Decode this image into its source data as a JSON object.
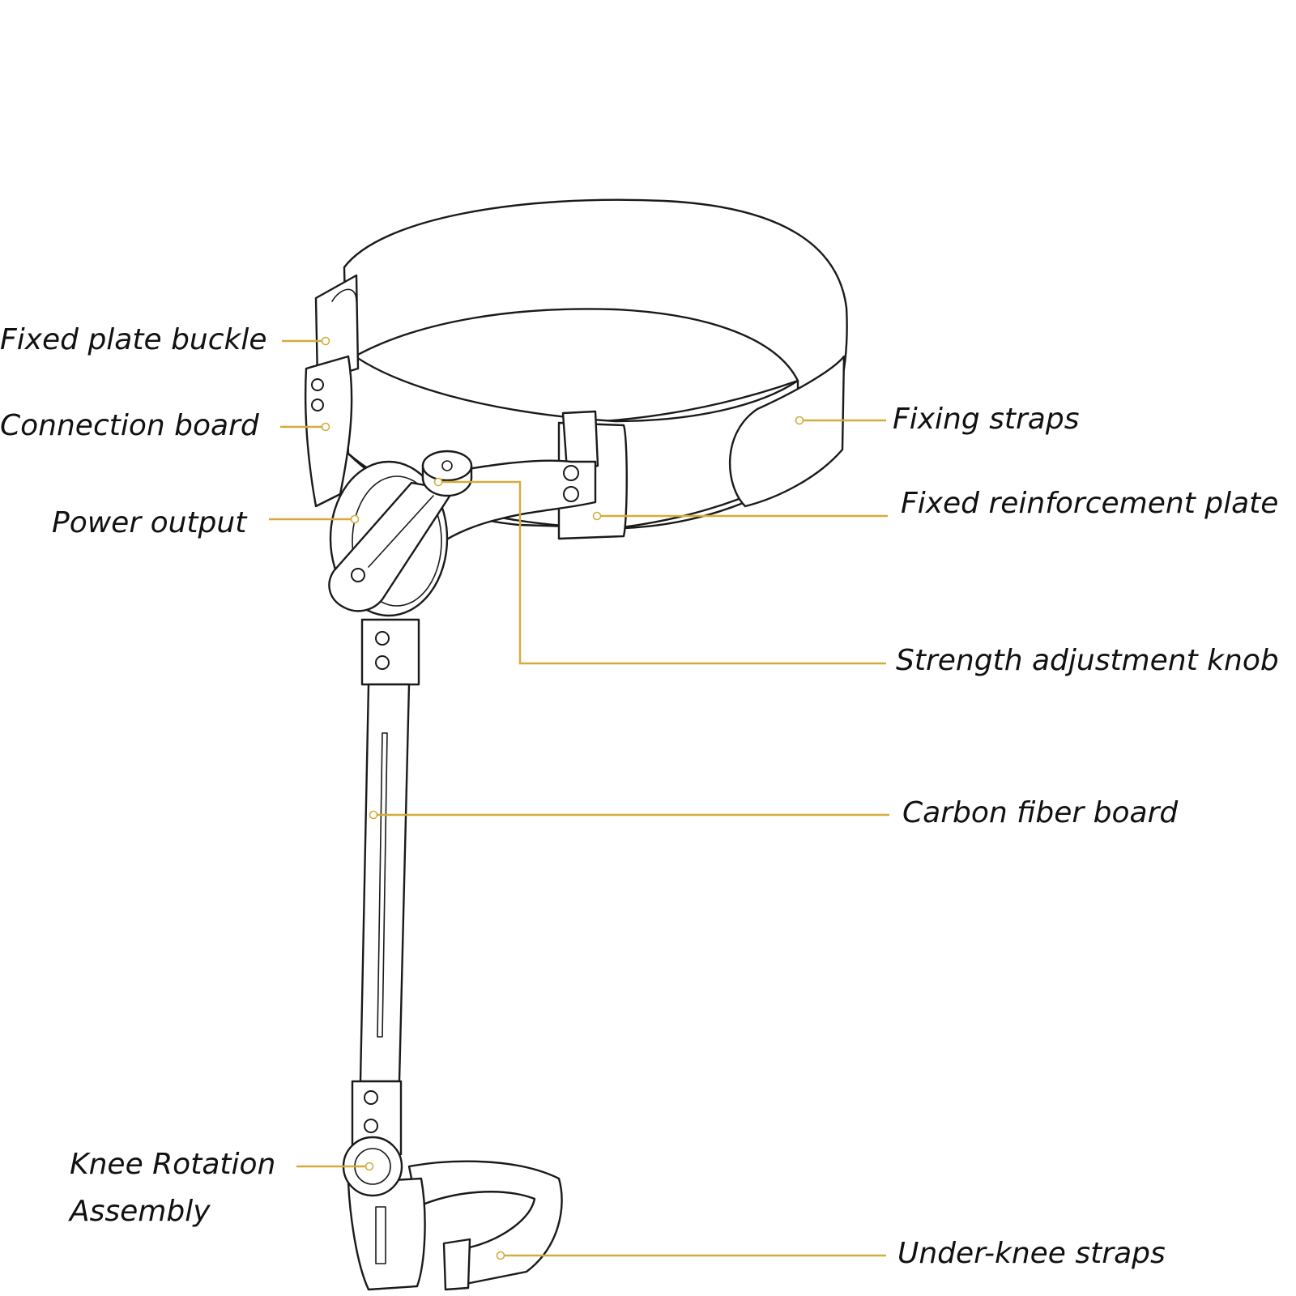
{
  "figure": {
    "accent_color": "#d4ac3c",
    "labels": {
      "fixed_plate_buckle": "Fixed plate buckle",
      "connection_board": "Connection board",
      "power_output": "Power output",
      "knee_rotation_line1": "Knee Rotation",
      "knee_rotation_line2": "Assembly",
      "fixing_straps": "Fixing straps",
      "fixed_reinforcement_plate": "Fixed reinforcement plate",
      "strength_adjustment_knob": "Strength adjustment knob",
      "carbon_fiber_board": "Carbon fiber board",
      "under_knee_straps": "Under-knee straps"
    }
  }
}
